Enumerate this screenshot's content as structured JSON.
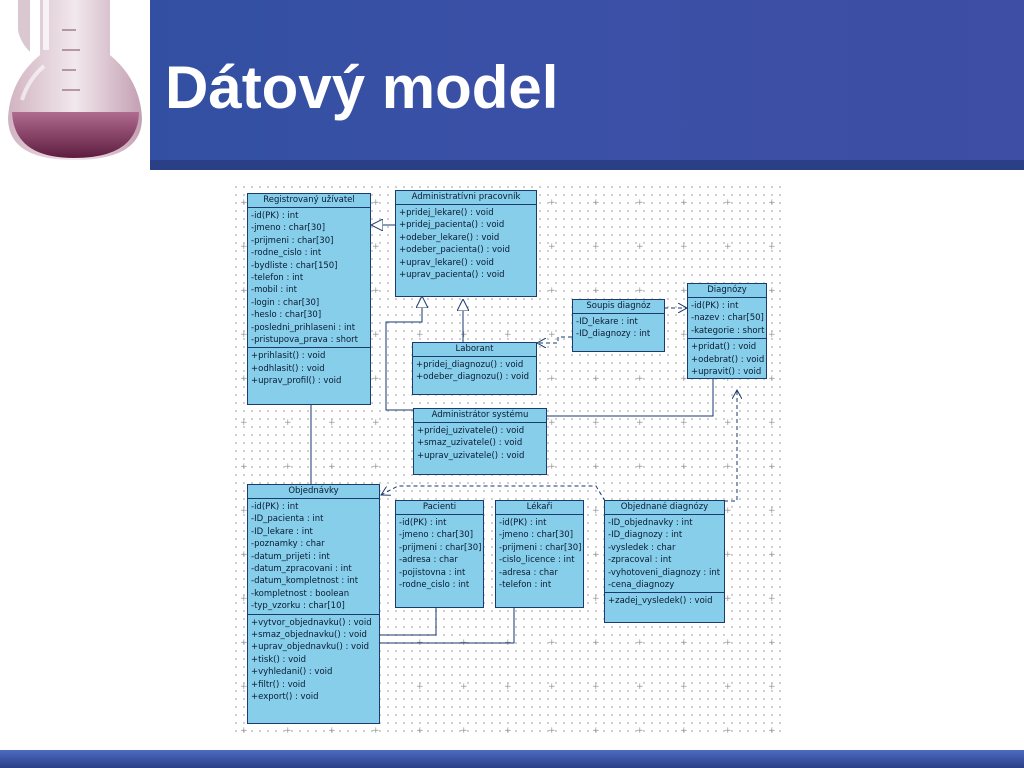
{
  "slide": {
    "title": "Dátový model"
  },
  "theme": {
    "header_color": "#3a50a6",
    "class_fill": "#87ceeb",
    "class_border": "#1b3a6e"
  },
  "diagram": {
    "classes": [
      {
        "id": "registrovany-uzivatel",
        "name": "Registrovaný užívatel",
        "attributes": [
          "-id(PK) : int",
          "-jmeno : char[30]",
          "-prijmeni : char[30]",
          "-rodne_cislo : int",
          "-bydliste : char[150]",
          "-telefon : int",
          "-mobil : int",
          "-login : char[30]",
          "-heslo : char[30]",
          "-posledni_prihlaseni : int",
          "-pristupova_prava : short"
        ],
        "operations": [
          "+prihlasit() : void",
          "+odhlasit() : void",
          "+uprav_profil() : void"
        ]
      },
      {
        "id": "administrativni-pracovnik",
        "name": "Administratívni pracovník",
        "attributes": [],
        "operations": [
          "+pridej_lekare() : void",
          "+pridej_pacienta() : void",
          "+odeber_lekare() : void",
          "+odeber_pacienta() : void",
          "+uprav_lekare() : void",
          "+uprav_pacienta() : void"
        ]
      },
      {
        "id": "diagnozy",
        "name": "Diagnózy",
        "attributes": [
          "-id(PK) : int",
          "-nazev : char[50]",
          "-kategorie : short"
        ],
        "operations": [
          "+pridat() : void",
          "+odebrat() : void",
          "+upravit() : void"
        ]
      },
      {
        "id": "soupis-diagnoz",
        "name": "Soupis diagnóz",
        "attributes": [
          "-ID_lekare : int",
          "-ID_diagnozy : int"
        ],
        "operations": []
      },
      {
        "id": "laborant",
        "name": "Laborant",
        "attributes": [],
        "operations": [
          "+pridej_diagnozu() : void",
          "+odeber_diagnozu() : void"
        ]
      },
      {
        "id": "administrator-systemu",
        "name": "Administrátor systému",
        "attributes": [],
        "operations": [
          "+pridej_uzivatele() : void",
          "+smaz_uzivatele() : void",
          "+uprav_uzivatele() : void"
        ]
      },
      {
        "id": "objednavky",
        "name": "Objednávky",
        "attributes": [
          "-id(PK) : int",
          "-ID_pacienta : int",
          "-ID_lekare : int",
          "-poznamky : char",
          "-datum_prijeti : int",
          "-datum_zpracovani : int",
          "-datum_kompletnost : int",
          "-kompletnost : boolean",
          "-typ_vzorku : char[10]"
        ],
        "operations": [
          "+vytvor_objednavku() : void",
          "+smaz_objednavku() : void",
          "+uprav_objednavku() : void",
          "+tisk() : void",
          "+vyhledani() : void",
          "+filtr() : void",
          "+export() : void"
        ]
      },
      {
        "id": "pacienti",
        "name": "Pacienti",
        "attributes": [
          "-id(PK) : int",
          "-jmeno : char[30]",
          "-prijmeni : char[30]",
          "-adresa : char",
          "-pojistovna : int",
          "-rodne_cislo : int"
        ],
        "operations": []
      },
      {
        "id": "lekari",
        "name": "Lékaři",
        "attributes": [
          "-id(PK) : int",
          "-jmeno : char[30]",
          "-prijmeni : char[30]",
          "-cislo_licence : int",
          "-adresa : char",
          "-telefon : int"
        ],
        "operations": []
      },
      {
        "id": "objednane-diagnozy",
        "name": "Objednané diagnózy",
        "attributes": [
          "-ID_objednavky : int",
          "-ID_diagnozy : int",
          "-vysledek : char",
          "-zpracoval : int",
          "-vyhotoveni_diagnozy : int",
          "-cena_diagnozy"
        ],
        "operations": [
          "+zadej_vysledek() : void"
        ]
      }
    ]
  }
}
